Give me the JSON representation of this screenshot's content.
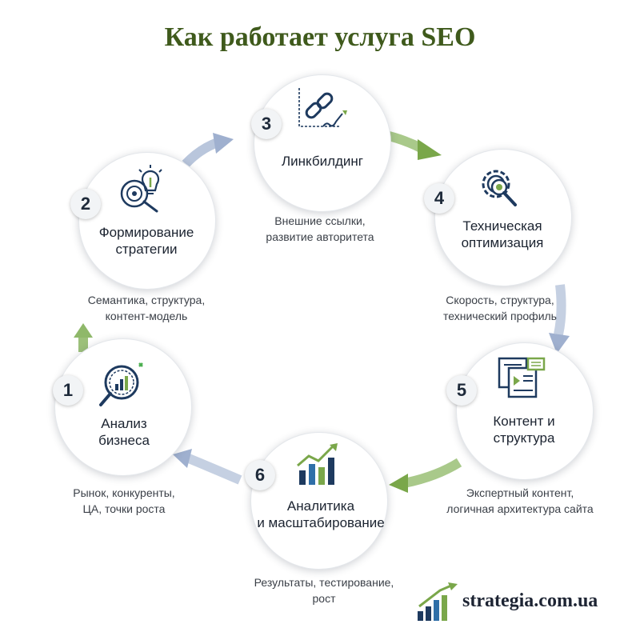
{
  "title": "Как работает услуга SEO",
  "colors": {
    "title": "#3f5a1c",
    "green": "#7aa74a",
    "navy": "#1e3a5f",
    "blue_arrow": "#9fb0cf"
  },
  "steps": [
    {
      "number": "1",
      "title": "Анализ\nбизнеса",
      "description": "Рынок, конкуренты,\nЦА, точки роста",
      "icon": "analytics-magnifier-icon"
    },
    {
      "number": "2",
      "title": "Формирование\nстратегии",
      "description": "Семантика, структура,\nконтент-модель",
      "icon": "lightbulb-target-icon"
    },
    {
      "number": "3",
      "title": "Линкбилдинг",
      "description": "Внешние ссылки,\nразвитие авторитета",
      "icon": "chain-link-icon"
    },
    {
      "number": "4",
      "title": "Техническая\nоптимизация",
      "description": "Скорость, структура,\nтехнический профиль",
      "icon": "gear-magnifier-icon"
    },
    {
      "number": "5",
      "title": "Контент и\nструктура",
      "description": "Экспертный контент,\nлогичная архитектура сайта",
      "icon": "documents-icon"
    },
    {
      "number": "6",
      "title": "Аналитика\nи масштабирование",
      "description": "Результаты, тестирование,\nрост",
      "icon": "growth-chart-icon"
    }
  ],
  "logo": {
    "text": "strategia.com.ua",
    "icon": "bar-chart-arrow-logo-icon"
  }
}
